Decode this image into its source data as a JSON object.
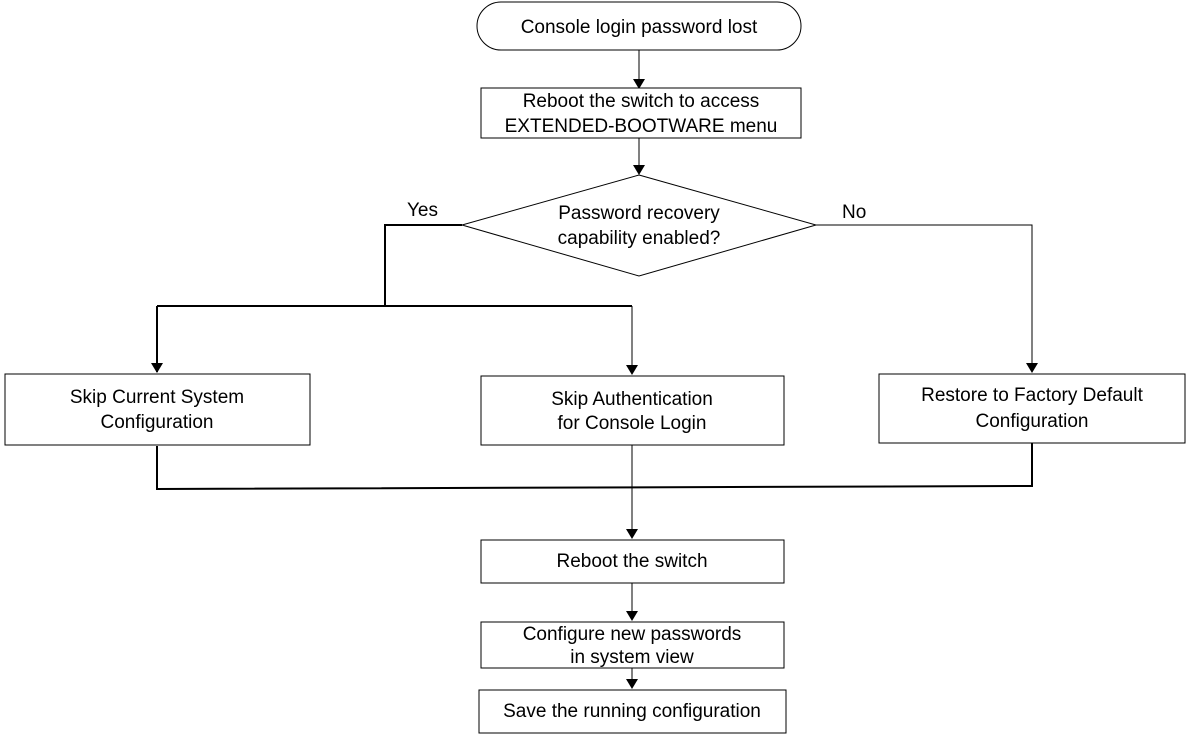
{
  "nodes": {
    "start": {
      "lines": [
        "Console login password lost"
      ]
    },
    "reboot_access": {
      "lines": [
        "Reboot the switch to access",
        "EXTENDED-BOOTWARE menu"
      ]
    },
    "decision": {
      "lines": [
        "Password recovery",
        "capability enabled?"
      ]
    },
    "skip_config": {
      "lines": [
        "Skip Current System",
        "Configuration"
      ]
    },
    "skip_auth": {
      "lines": [
        "Skip Authentication",
        "for Console Login"
      ]
    },
    "restore_default": {
      "lines": [
        "Restore to Factory Default",
        "Configuration"
      ]
    },
    "reboot_switch": {
      "lines": [
        "Reboot the switch"
      ]
    },
    "configure_passwords": {
      "lines": [
        "Configure new passwords",
        "in system view"
      ]
    },
    "save_config": {
      "lines": [
        "Save the running configuration"
      ]
    }
  },
  "branches": {
    "yes_label": "Yes",
    "no_label": "No"
  }
}
